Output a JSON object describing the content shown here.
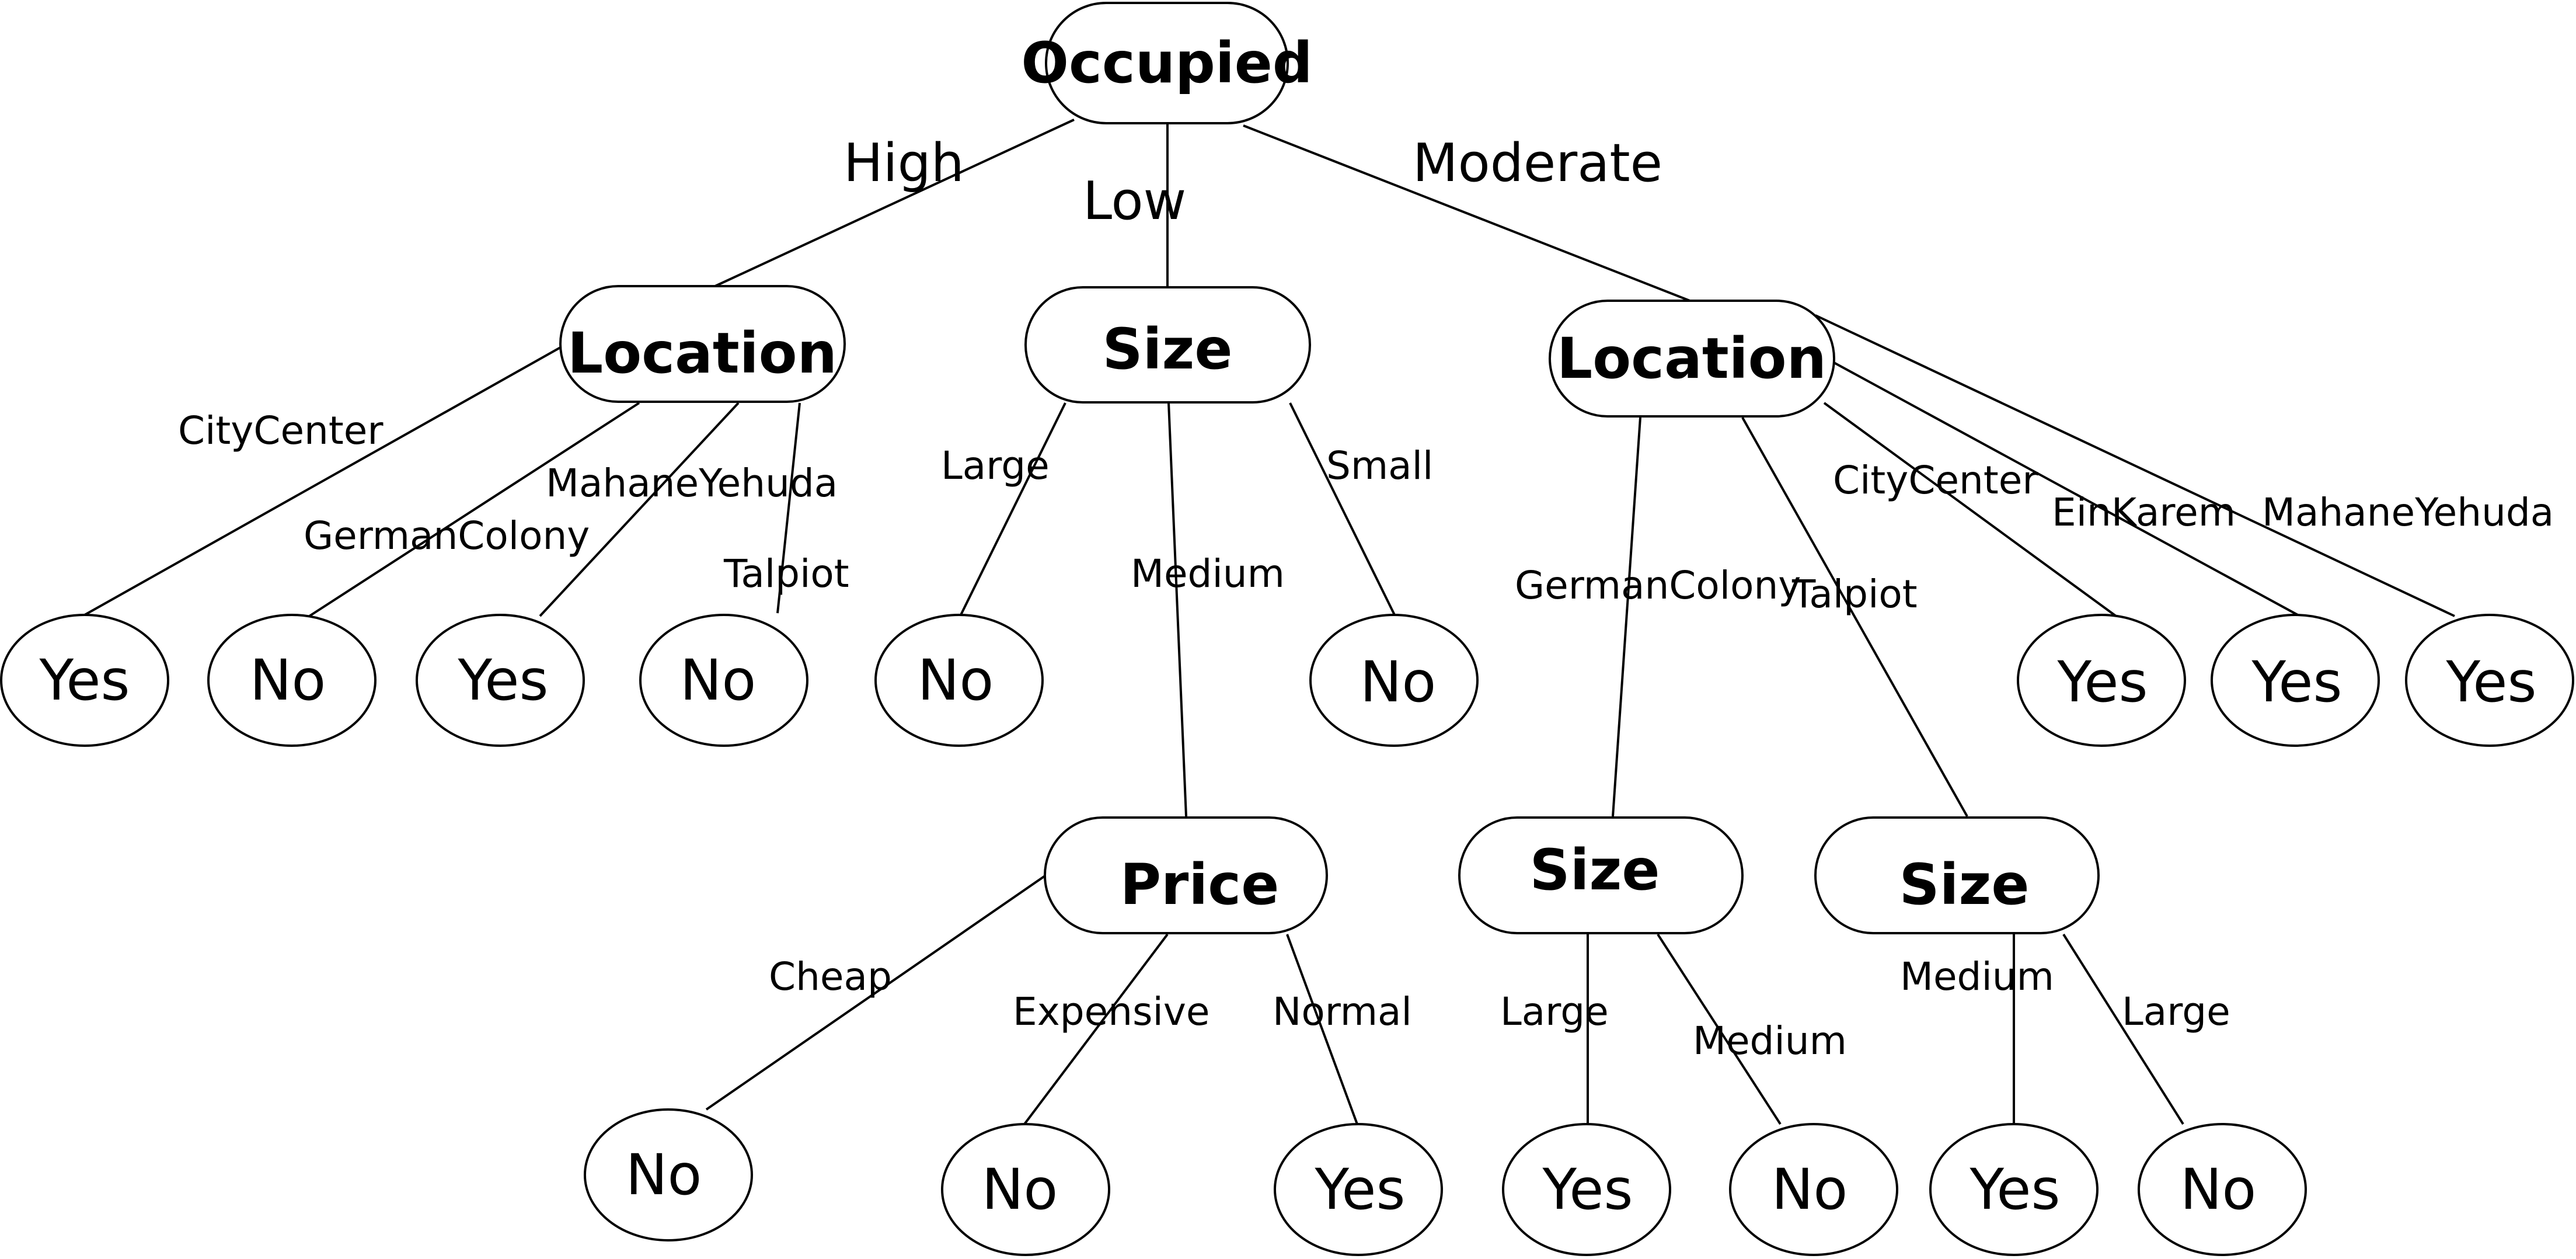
{
  "diagram": {
    "nodes": {
      "root": "Occupied",
      "loc_high": "Location",
      "size_low": "Size",
      "loc_mod": "Location",
      "price": "Price",
      "size_gc": "Size",
      "size_tal": "Size",
      "l1": "Yes",
      "l2": "No",
      "l3": "Yes",
      "l4": "No",
      "l5": "No",
      "l6": "No",
      "l7": "Yes",
      "l8": "Yes",
      "l9": "Yes",
      "l10": "No",
      "l11": "No",
      "l12": "Yes",
      "l13": "Yes",
      "l14": "No",
      "l15": "Yes",
      "l16": "No"
    },
    "edges": {
      "high": "High",
      "low": "Low",
      "moderate": "Moderate",
      "cc1": "CityCenter",
      "gc1": "GermanColony",
      "my1": "MahaneYehuda",
      "tal1": "Talpiot",
      "large1": "Large",
      "medium1": "Medium",
      "small1": "Small",
      "gc2": "GermanColony",
      "tal2": "Talpiot",
      "cc2": "CityCenter",
      "ek2": "EinKarem",
      "my2": "MahaneYehuda",
      "cheap": "Cheap",
      "expensive": "Expensive",
      "normal": "Normal",
      "large2": "Large",
      "medium2": "Medium",
      "medium3": "Medium",
      "large3": "Large"
    }
  }
}
